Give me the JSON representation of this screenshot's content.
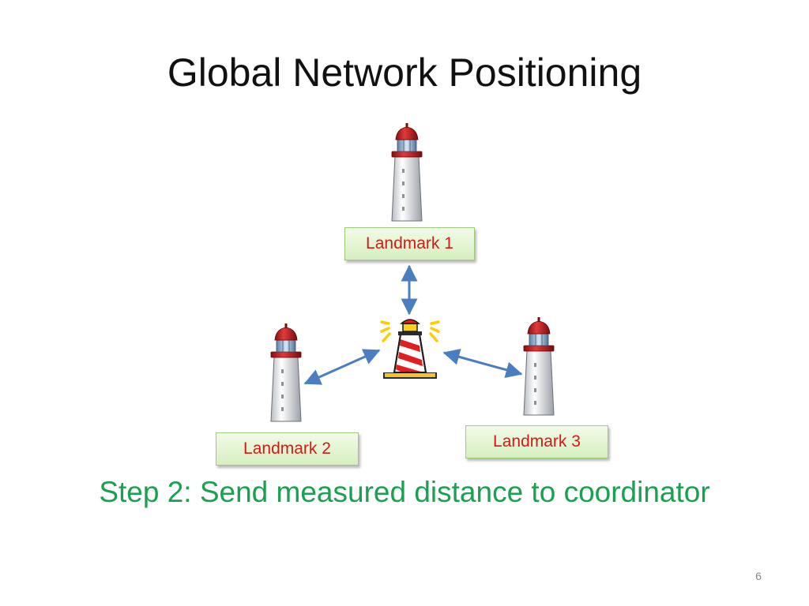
{
  "slide": {
    "title": "Global Network Positioning",
    "caption": "Step 2: Send measured distance to coordinator",
    "page_number": "6"
  },
  "diagram": {
    "landmarks": [
      {
        "label": "Landmark 1"
      },
      {
        "label": "Landmark 2"
      },
      {
        "label": "Landmark 3"
      }
    ],
    "coordinator_icon": "lighthouse-beacon-icon",
    "landmark_icon": "lighthouse-icon"
  },
  "colors": {
    "title": "#111111",
    "caption": "#1aa050",
    "label_text": "#d21a1a",
    "label_fill": "#e3f5d2",
    "label_border": "#9ccc7a",
    "arrow": "#4a7ec0",
    "lighthouse_red": "#d22020",
    "beacon_yellow": "#ffcc00"
  }
}
